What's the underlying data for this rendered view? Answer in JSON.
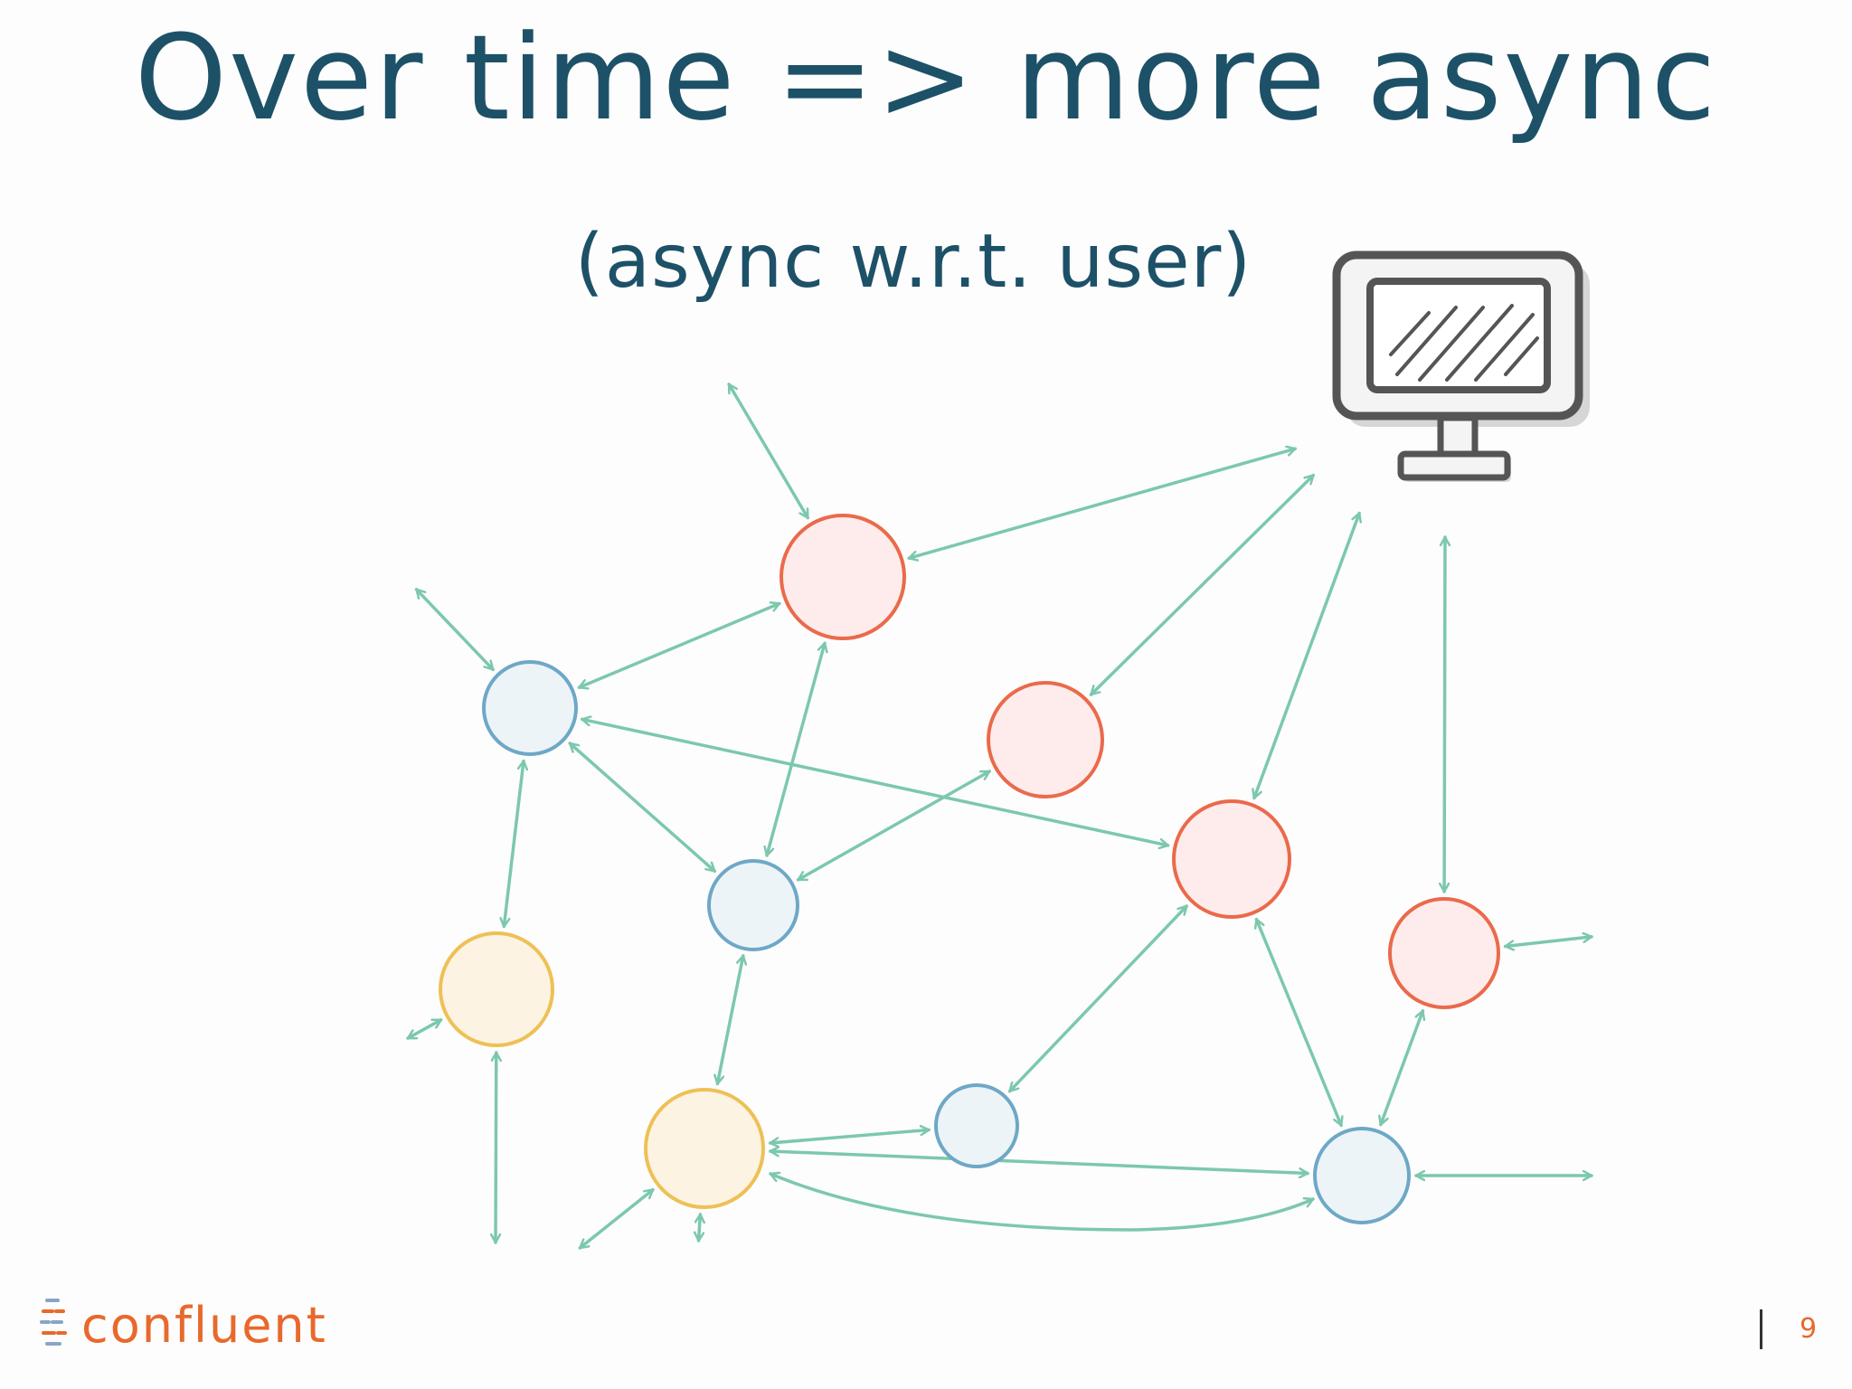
{
  "slide": {
    "title": "Over time => more async",
    "subtitle": "(async w.r.t. user)",
    "page_number": "9"
  },
  "branding": {
    "logo_text": "confluent",
    "logo_icon": "confluent-stream-icon"
  },
  "diagram": {
    "colors": {
      "edge": "#7cc8ad",
      "red_stroke": "#ea6a4b",
      "red_fill": "#fdeceb",
      "blue_stroke": "#6ea8c6",
      "blue_fill": "#edf4f8",
      "yellow_stroke": "#eec055",
      "yellow_fill": "#fdf3e3",
      "monitor": "#555555"
    },
    "user_device": "monitor-icon",
    "nodes": [
      {
        "id": "A",
        "kind": "red"
      },
      {
        "id": "B",
        "kind": "blue"
      },
      {
        "id": "C",
        "kind": "red"
      },
      {
        "id": "D",
        "kind": "red"
      },
      {
        "id": "E",
        "kind": "blue"
      },
      {
        "id": "F",
        "kind": "yellow"
      },
      {
        "id": "G",
        "kind": "red"
      },
      {
        "id": "H",
        "kind": "yellow"
      },
      {
        "id": "I",
        "kind": "blue"
      },
      {
        "id": "J",
        "kind": "blue"
      }
    ],
    "edges": [
      {
        "from": "A",
        "to": "monitor"
      },
      {
        "from": "C",
        "to": "monitor"
      },
      {
        "from": "D",
        "to": "monitor"
      },
      {
        "from": "G",
        "to": "monitor"
      },
      {
        "from": "A",
        "to": "B"
      },
      {
        "from": "A",
        "to": "E"
      },
      {
        "from": "B",
        "to": "E"
      },
      {
        "from": "B",
        "to": "D"
      },
      {
        "from": "B",
        "to": "F"
      },
      {
        "from": "C",
        "to": "E"
      },
      {
        "from": "E",
        "to": "H"
      },
      {
        "from": "H",
        "to": "I"
      },
      {
        "from": "H",
        "to": "J"
      },
      {
        "from": "D",
        "to": "I"
      },
      {
        "from": "D",
        "to": "J"
      },
      {
        "from": "G",
        "to": "J"
      },
      {
        "from": "A",
        "to": "external"
      },
      {
        "from": "B",
        "to": "external"
      },
      {
        "from": "F",
        "to": "external"
      },
      {
        "from": "F",
        "to": "external"
      },
      {
        "from": "H",
        "to": "external"
      },
      {
        "from": "H",
        "to": "external"
      },
      {
        "from": "G",
        "to": "external"
      },
      {
        "from": "J",
        "to": "external"
      }
    ]
  }
}
